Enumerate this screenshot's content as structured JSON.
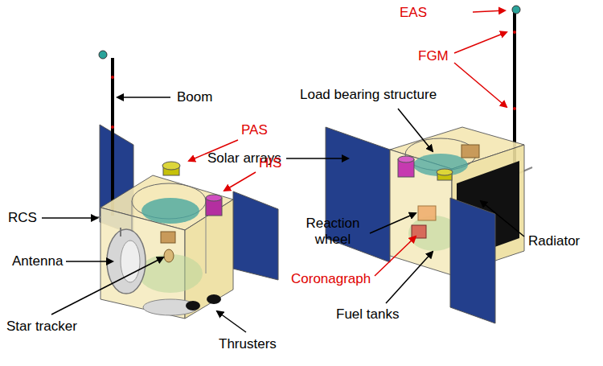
{
  "diagram": {
    "labels": [
      "EAS",
      "FGM",
      "Boom",
      "Load bearing structure",
      "PAS",
      "Solar arrays",
      "HIS",
      "RCS",
      "Reaction wheel",
      "Radiator",
      "Antenna",
      "Coronagraph",
      "Star tracker",
      "Fuel tanks",
      "Thrusters"
    ]
  }
}
